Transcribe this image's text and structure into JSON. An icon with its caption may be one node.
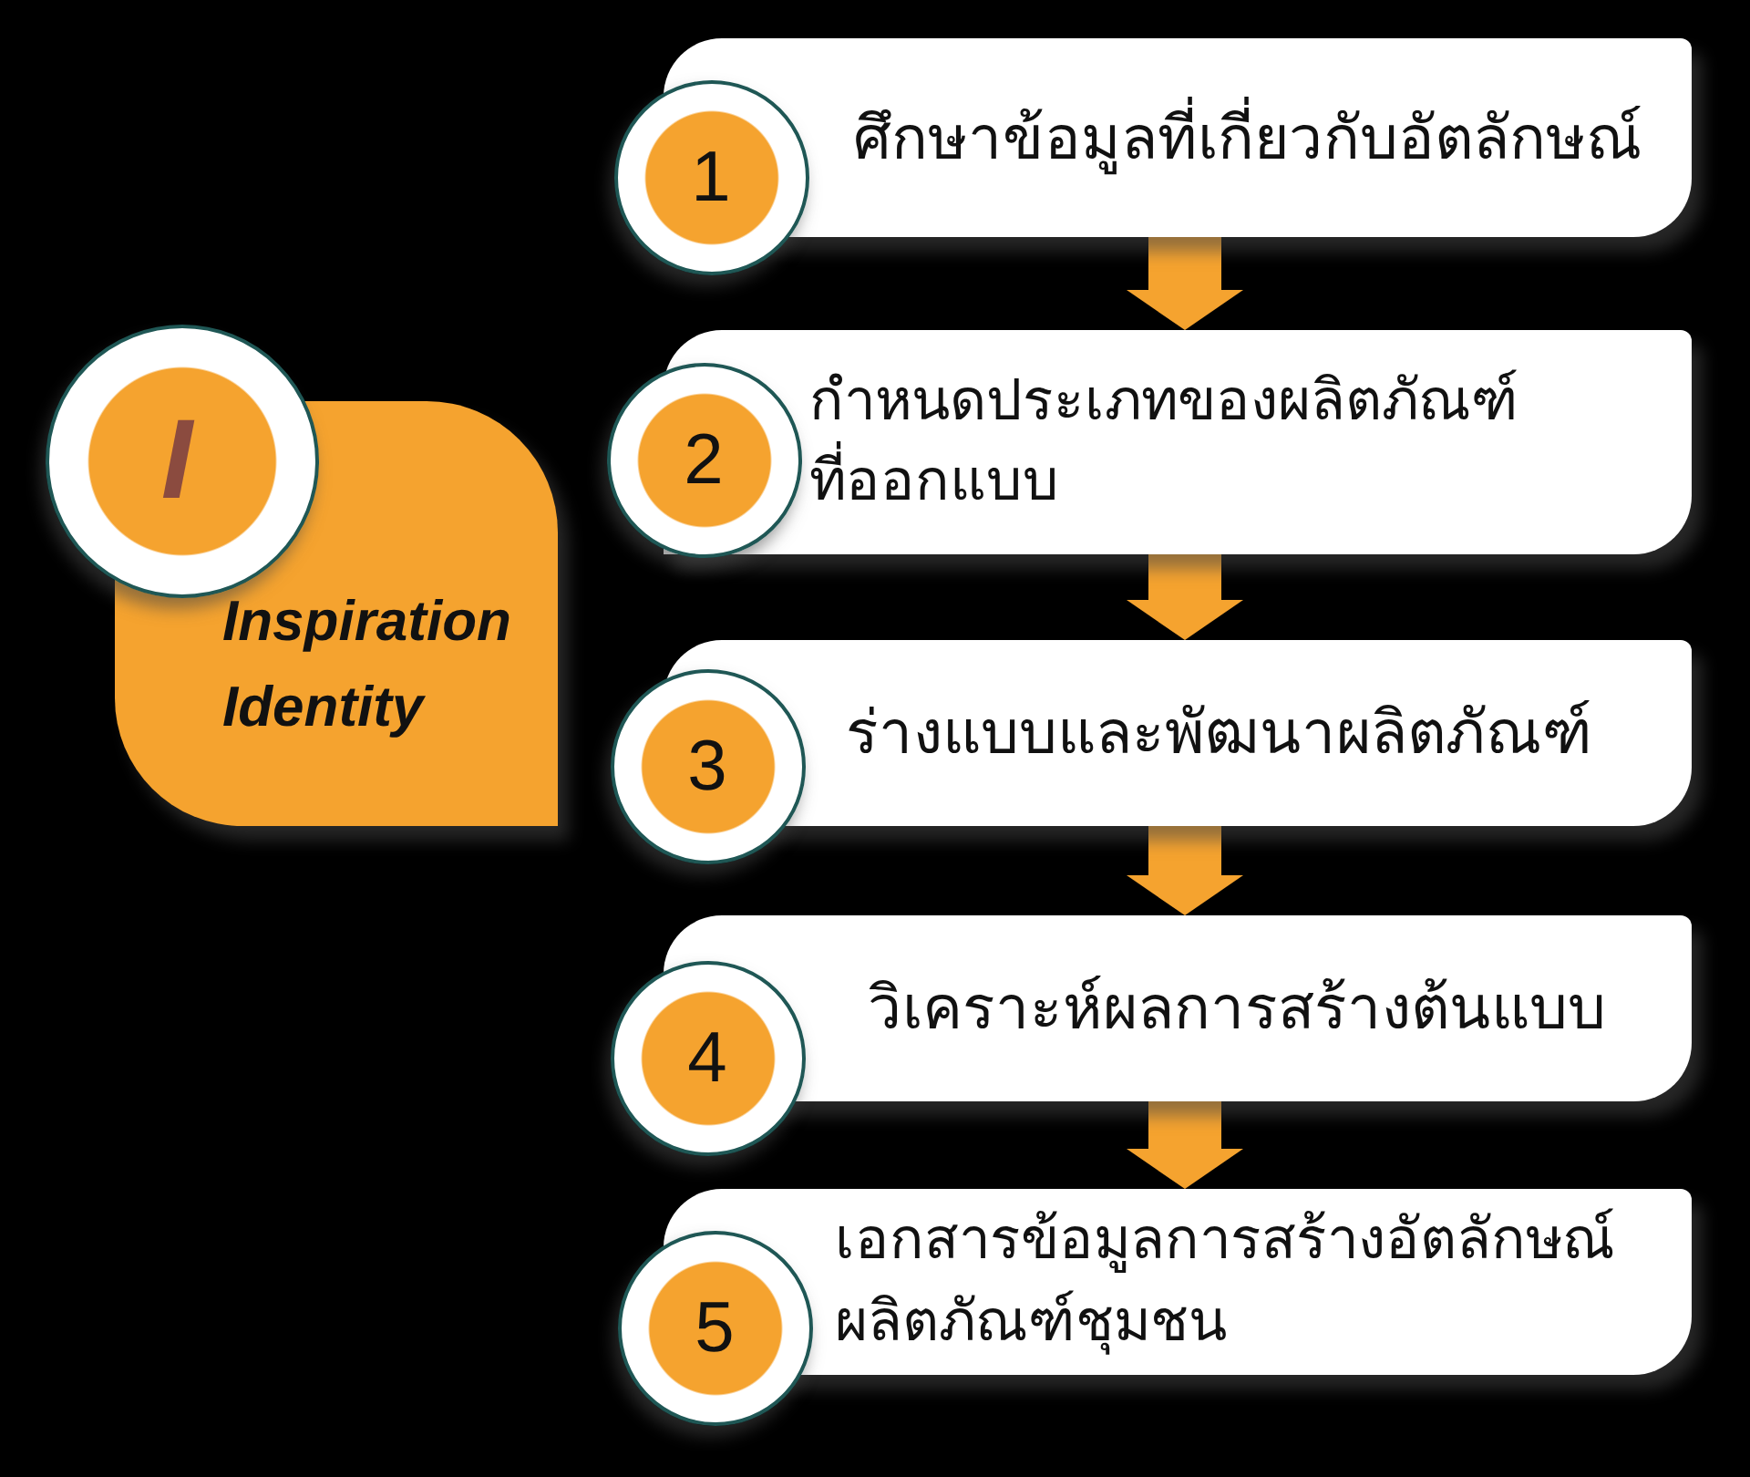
{
  "diagram": {
    "nodes": [
      {
        "text": [
          "I",
          "Inspiration Identity"
        ]
      },
      {
        "text": [
          "1"
        ]
      },
      {
        "text": [
          "ศึกษาข้อมูลที่เกี่ยวกับอัตลักษณ์"
        ]
      },
      {
        "text": [
          "2"
        ]
      },
      {
        "text": [
          "กำหนดประเภทของผลิตภัณฑ์ที่ออกแบบ"
        ]
      },
      {
        "text": [
          "3"
        ]
      },
      {
        "text": [
          "ร่างแบบและพัฒนาผลิตภัณฑ์"
        ]
      },
      {
        "text": [
          "4"
        ]
      },
      {
        "text": [
          "วิเคราะห์ผลการสร้างต้นแบบ"
        ]
      },
      {
        "text": [
          "5"
        ]
      },
      {
        "text": [
          "เอกสารข้อมูลการสร้างอัตลักษณ์ผลิตภัณฑ์ชุมชน"
        ]
      }
    ],
    "edges": [
      {
        "from": 2,
        "to": 4,
        "arrow": "to"
      },
      {
        "from": 4,
        "to": 6,
        "arrow": "to"
      },
      {
        "from": 6,
        "to": 8,
        "arrow": "to"
      },
      {
        "from": 8,
        "to": 10,
        "arrow": "to"
      }
    ]
  }
}
